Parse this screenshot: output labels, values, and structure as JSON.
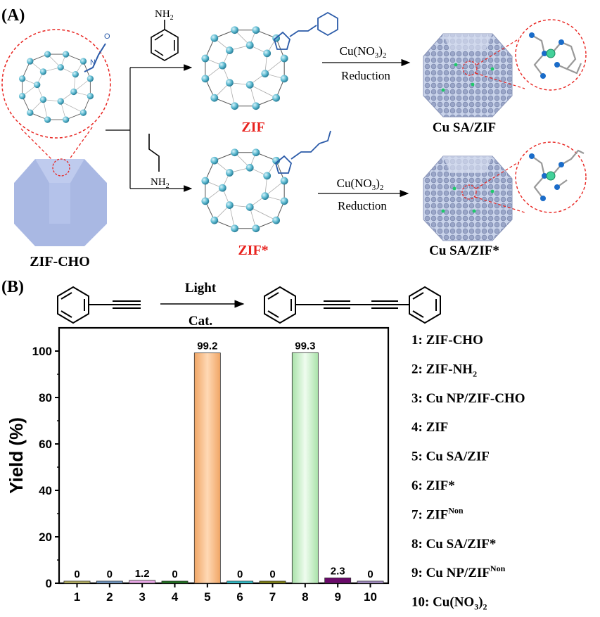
{
  "panel_a": {
    "label": "(A)",
    "start_label": "ZIF-CHO",
    "reagent_top": "NH",
    "reagent_top_sub": "2",
    "reagent_bottom": "NH",
    "reagent_bottom_sub": "2",
    "mid_top_label": "ZIF",
    "mid_bottom_label": "ZIF*",
    "cond_top": "Cu(NO",
    "cond_top_sub": "3",
    "cond_top_end": ")",
    "cond_top_sub2": "2",
    "cond_top_2": "Reduction",
    "cond_bottom": "Cu(NO",
    "cond_bottom_sub": "3",
    "cond_bottom_end": ")",
    "cond_bottom_sub2": "2",
    "cond_bottom_2": "Reduction",
    "end_top_label": "Cu SA/ZIF",
    "end_bottom_label": "Cu SA/ZIF*",
    "atom_n": "N",
    "atom_o": "O"
  },
  "panel_b": {
    "label": "(B)",
    "cond_top": "Light",
    "cond_bottom": "Cat."
  },
  "legend": [
    {
      "num": "1:",
      "name": "ZIF-CHO",
      "sub": "",
      "sup": "",
      "end": ""
    },
    {
      "num": "2:",
      "name": "ZIF-NH",
      "sub": "2",
      "sup": "",
      "end": ""
    },
    {
      "num": "3:",
      "name": "Cu NP/ZIF-CHO",
      "sub": "",
      "sup": "",
      "end": ""
    },
    {
      "num": "4:",
      "name": "ZIF",
      "sub": "",
      "sup": "",
      "end": ""
    },
    {
      "num": "5:",
      "name": "Cu SA/ZIF",
      "sub": "",
      "sup": "",
      "end": ""
    },
    {
      "num": "6:",
      "name": "ZIF*",
      "sub": "",
      "sup": "",
      "end": ""
    },
    {
      "num": "7:",
      "name": "ZIF",
      "sub": "",
      "sup": "Non",
      "end": ""
    },
    {
      "num": "8:",
      "name": "Cu SA/ZIF*",
      "sub": "",
      "sup": "",
      "end": ""
    },
    {
      "num": "9:",
      "name": "Cu NP/ZIF",
      "sub": "",
      "sup": "Non",
      "end": ""
    },
    {
      "num": "10:",
      "name": "Cu(NO",
      "sub": "3",
      "sup": "",
      "end": ")",
      "sub2": "2"
    }
  ],
  "colors": {
    "red": "#e8231f",
    "blue_atom": "#5ab8cf",
    "crystal": "#a9b8e3",
    "dark_blue": "#2a5aa8"
  },
  "chart_data": {
    "type": "bar",
    "categories": [
      "1",
      "2",
      "3",
      "4",
      "5",
      "6",
      "7",
      "8",
      "9",
      "10"
    ],
    "values": [
      0,
      0,
      1.2,
      0,
      99.2,
      0,
      0,
      99.3,
      2.3,
      0
    ],
    "data_labels": [
      "0",
      "0",
      "1.2",
      "0",
      "99.2",
      "0",
      "0",
      "99.3",
      "2.3",
      "0"
    ],
    "bar_colors": [
      "#c9c36a",
      "#7aa5d6",
      "#e9a6e6",
      "#1f7a1f",
      "#f3b57f",
      "#33d3e0",
      "#8a8a10",
      "#c8f0c8",
      "#6a0a6a",
      "#b59bd8"
    ],
    "ylabel": "Yield (%)",
    "xlabel": "",
    "ylim": [
      0,
      110
    ],
    "yticks": [
      0,
      20,
      40,
      60,
      80,
      100
    ],
    "ytick_labels": [
      "0",
      "20",
      "40",
      "60",
      "80",
      "100"
    ],
    "grid": false
  }
}
